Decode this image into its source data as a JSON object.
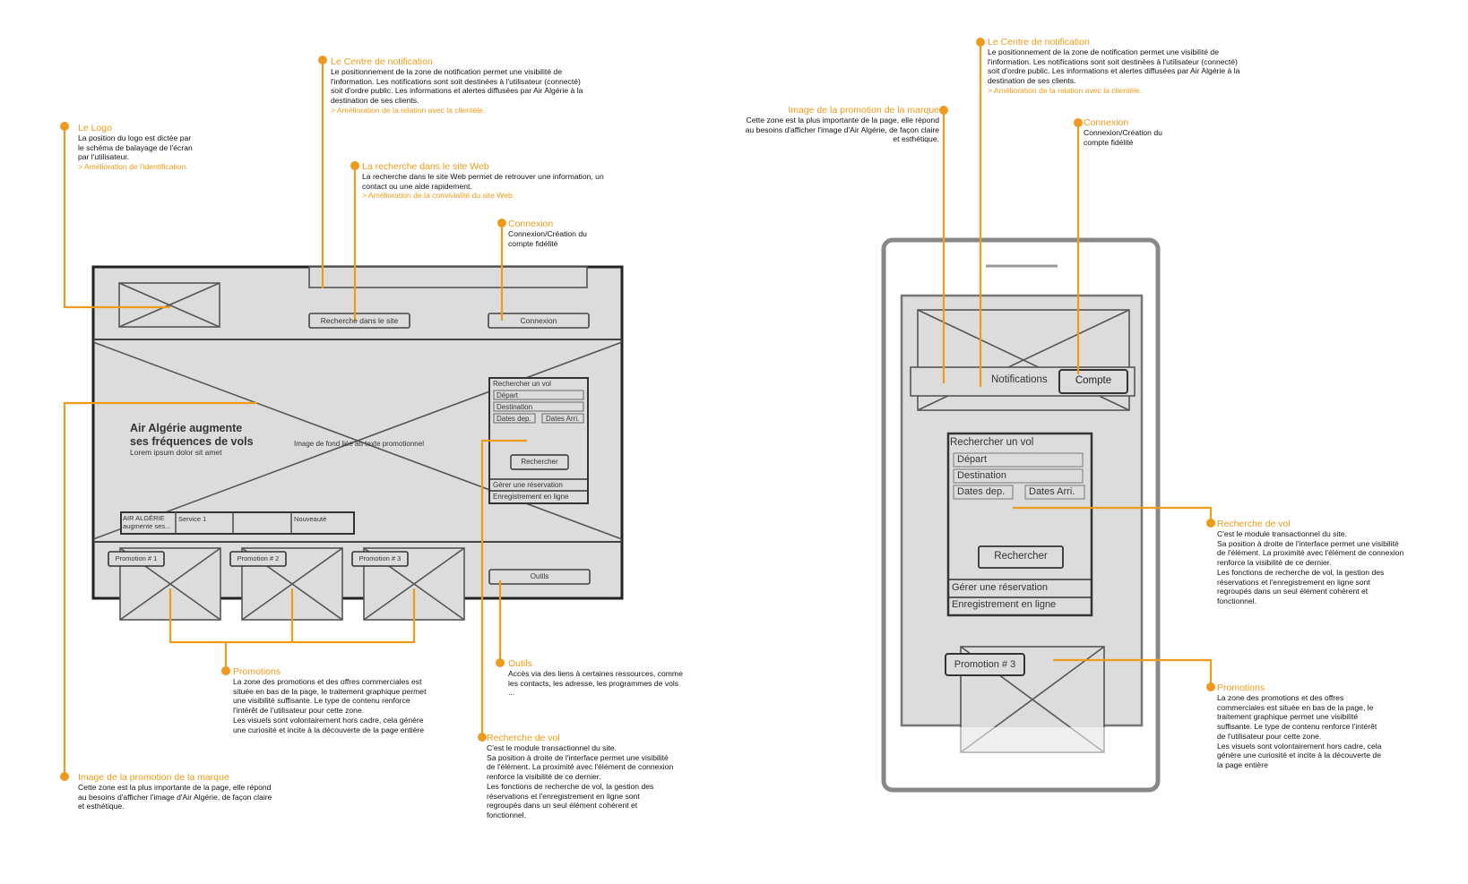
{
  "colors": {
    "accent": "#ee9a1a",
    "wire_fill": "#dcdcdc",
    "wire_stroke": "#555555"
  },
  "desktop": {
    "search_button": "Recherche dans le site",
    "connexion_button": "Connexion",
    "hero_title_line1": "Air Algérie augmente",
    "hero_title_line2": "ses fréquences de vols",
    "hero_subtitle": "Lorem ipsum dolor sit amet",
    "hero_image_caption": "Image de fond liée au texte promotionnel",
    "flight_form": {
      "title": "Rechercher un vol",
      "depart": "Départ",
      "destination": "Destination",
      "dates_dep": "Dates dep.",
      "dates_arr": "Dates Arri.",
      "search_button": "Rechercher",
      "manage_booking": "Gérer une réservation",
      "checkin": "Enregistrement en ligne"
    },
    "news_tabs": [
      "AIR ALGÉRIE\naugmente ses...",
      "Service 1",
      "",
      "Nouveauté"
    ],
    "promotions": [
      "Promotion # 1",
      "Promotion # 2",
      "Promotion # 3"
    ],
    "tools_button": "Outils"
  },
  "mobile": {
    "notifications_label": "Notifications",
    "account_button": "Compte",
    "flight_form": {
      "title": "Rechercher un vol",
      "depart": "Départ",
      "destination": "Destination",
      "dates_dep": "Dates dep.",
      "dates_arr": "Dates Arri.",
      "search_button": "Rechercher",
      "manage_booking": "Gérer une réservation",
      "checkin": "Enregistrement en ligne"
    },
    "promotion": "Promotion # 3"
  },
  "annotations": {
    "logo": {
      "title": "Le Logo",
      "body": "La position du logo est dictée par\nle schéma de balayage de l'écran\npar l'utilisateur.",
      "highlight": "> Amélioration de l'identification."
    },
    "notification_desktop": {
      "title": "Le Centre de notification",
      "body": "Le positionnement de la zone de notification permet une visibilité de\nl'information. Les notifications sont soit destinées à l'utilisateur (connecté)\nsoit d'ordre public. Les informations et alertes diffusées par Air Algérie à la\ndestination de ses clients.",
      "highlight": "> Amélioration de la relation avec la clientèle."
    },
    "search_site": {
      "title": "La recherche dans le site Web",
      "body": "La recherche dans le site Web permet de retrouver une information, un\ncontact ou une aide rapidement.",
      "highlight": "> Amélioration de la convivialité du site Web."
    },
    "connexion_desktop": {
      "title": "Connexion",
      "body": "Connexion/Création du\ncompte fidélité"
    },
    "promotions_desktop": {
      "title": "Promotions",
      "body": "La zone des promotions et des offres commerciales est\nsituée en bas de la page, le traitement graphique permet\nune visibilité suffisante. Le type de contenu renforce\nl'intérêt de l'utilisateur pour cette zone.\nLes visuels sont volontairement hors cadre, cela génère\nune curiosité et incite à la découverte de la page entière"
    },
    "outils": {
      "title": "Outils",
      "body": "Accès via des liens à certaines ressources, comme\nles contacts, les adresse, les programmes de vols\n..."
    },
    "recherche_vol_desktop": {
      "title": "Recherche de vol",
      "body": "C'est le module transactionnel du site.\nSa position à droite de l'interface permet une visibilité\nde l'élément. La proximité avec l'élément de connexion\nrenforce la visibilité de ce dernier.\nLes fonctions de recherche de vol, la gestion des\nréservations et l'enregistrement en ligne sont\nregroupés dans un seul élément cohérent et\nfonctionnel."
    },
    "brand_desktop": {
      "title": "Image de la promotion de la marque",
      "body": "Cette zone est la plus importante de la page, elle répond\nau besoins d'afficher l'image d'Air Algérie, de façon claire\net esthétique."
    },
    "notification_mobile": {
      "title": "Le Centre de notification",
      "body": "Le positionnement de la zone de notification permet une visibilité de\nl'information. Les notifications sont soit destinées à l'utilisateur (connecté)\nsoit d'ordre public. Les informations et alertes diffusées par Air Algérie à la\ndestination de ses clients.",
      "highlight": "> Amélioration de la relation avec la clientèle."
    },
    "brand_mobile": {
      "title": "Image de la promotion de la marque",
      "body": "Cette zone est la plus importante de la page, elle répond\nau besoins d'afficher l'image d'Air Algérie, de façon claire\net esthétique."
    },
    "connexion_mobile": {
      "title": "Connexion",
      "body": "Connexion/Création du\ncompte fidélité"
    },
    "recherche_vol_mobile": {
      "title": "Recherche de vol",
      "body": "C'est le module transactionnel du site.\nSa position à droite de l'interface permet une visibilité\nde l'élément. La proximité avec l'élément de connexion\nrenforce la visibilité de ce dernier.\nLes fonctions de recherche de vol, la gestion des\nréservations et l'enregistrement en ligne sont\nregroupés dans un seul élément cohérent et\nfonctionnel."
    },
    "promotions_mobile": {
      "title": "Promotions",
      "body": "La zone des promotions et des offres\ncommerciales est située en bas de la page, le\ntraitement graphique permet une visibilité\nsuffisante. Le type de contenu renforce l'intérêt\nde l'utilisateur pour cette zone.\nLes visuels sont volontairement hors cadre, cela\ngénère une curiosité et incite à la découverte de\nla page entière"
    }
  }
}
